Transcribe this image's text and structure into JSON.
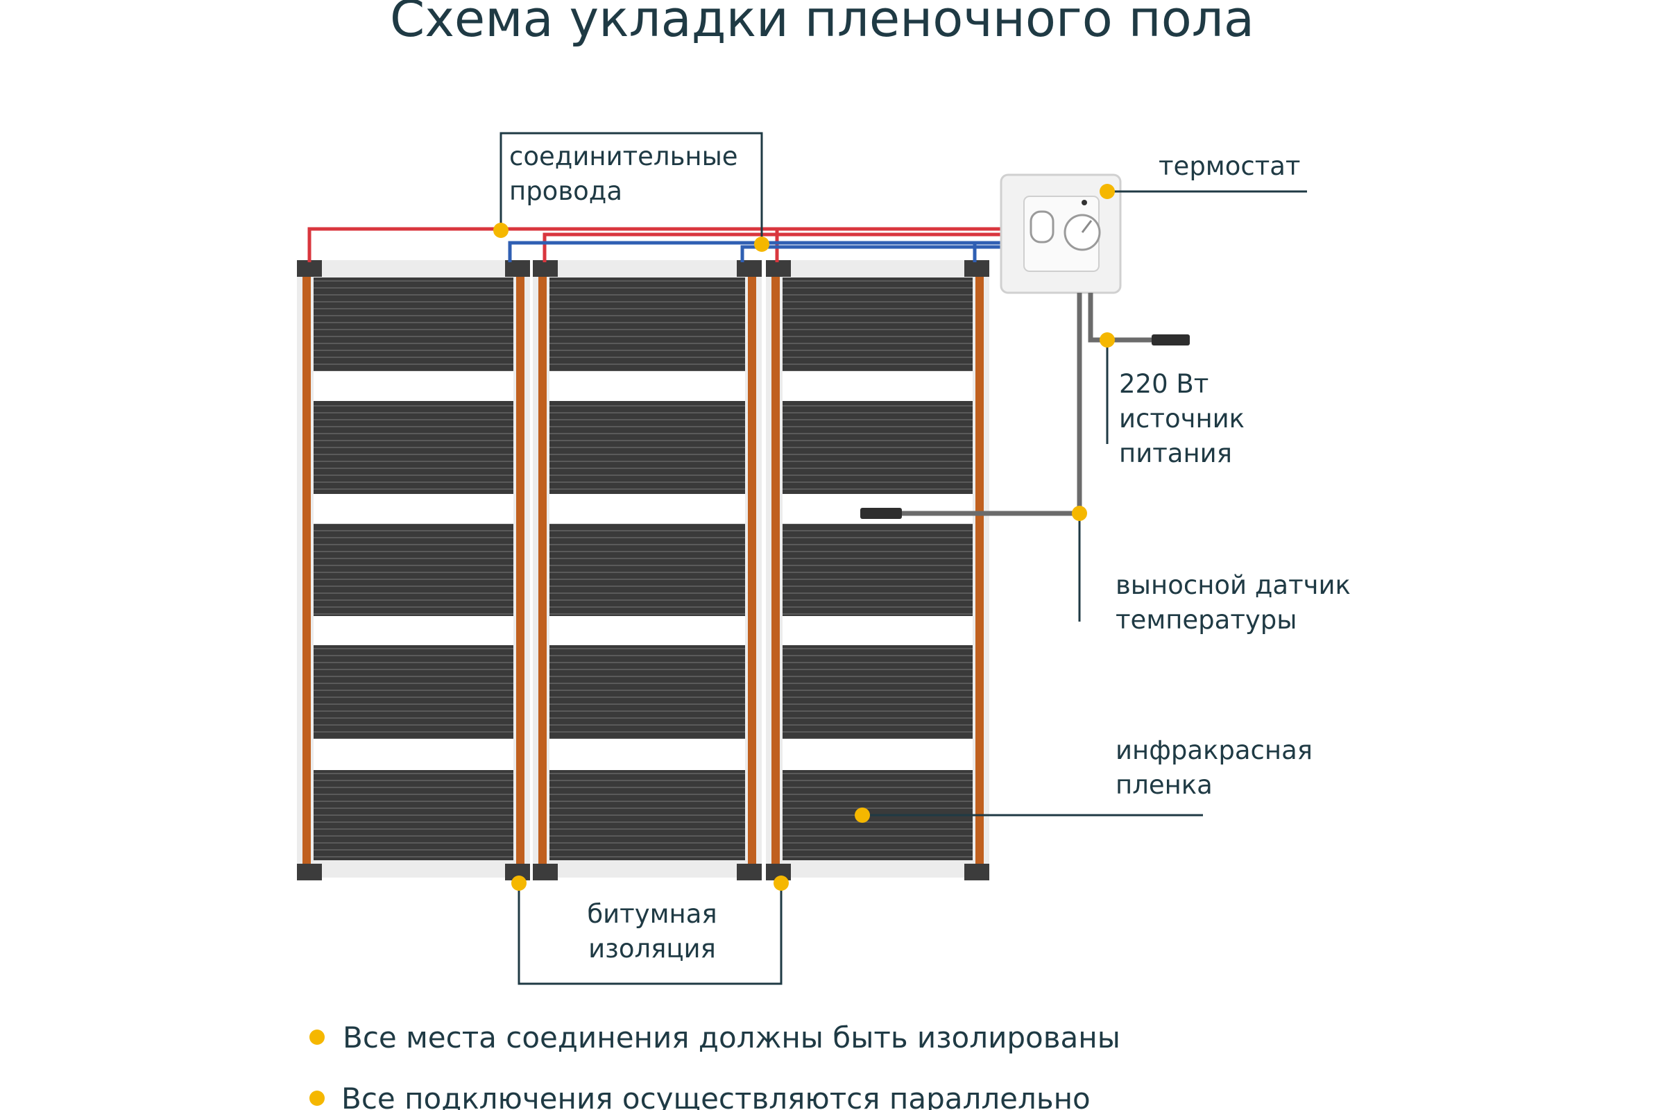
{
  "title": "Схема укладки пленочного пола",
  "labels": {
    "wires": [
      "соединительные",
      "провода"
    ],
    "thermostat": "термостат",
    "power": [
      "220 Вт",
      "источник",
      "питания"
    ],
    "sensor": [
      "выносной датчик",
      "температуры"
    ],
    "film": [
      "инфракрасная",
      "пленка"
    ],
    "insulation": [
      "битумная",
      "изоляция"
    ]
  },
  "notes": [
    "Все места соединения должны быть изолированы",
    "Все подключения осуществляются параллельно"
  ],
  "colors": {
    "text": "#1f3a44",
    "accent_dot": "#f5b700",
    "phase_wire": "#d9363e",
    "neutral_wire": "#2f5fb3",
    "busbar": "#c0601f",
    "film_strip": "#3a3a3a"
  },
  "icons": [
    "thermostat-icon",
    "temperature-sensor-icon",
    "power-plug-icon"
  ]
}
